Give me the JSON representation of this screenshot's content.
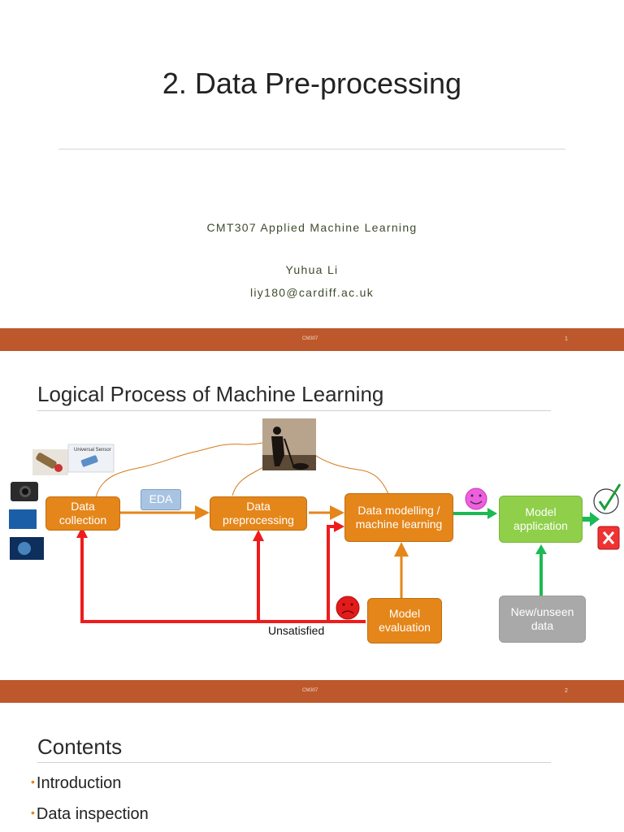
{
  "slide1": {
    "title": "2. Data Pre-processing",
    "course": "CMT307 Applied Machine Learning",
    "author": "Yuhua Li",
    "email": "liy180@cardiff.ac.uk",
    "footer_center": "CM307",
    "page_number": "1"
  },
  "slide2": {
    "title": "Logical Process of Machine Learning",
    "sensor_label": "Universal Sensor",
    "boxes": {
      "data_collection": "Data\ncollection",
      "eda": "EDA",
      "data_preprocessing": "Data\npreprocessing",
      "data_modelling": "Data modelling /\nmachine learning",
      "model_application": "Model\napplication",
      "model_evaluation": "Model\nevaluation",
      "new_unseen_data": "New/unseen\ndata"
    },
    "unsatisfied_label": "Unsatisfied",
    "footer_center": "CM307",
    "page_number": "2"
  },
  "slide3": {
    "title": "Contents",
    "bullets": [
      "Introduction",
      "Data inspection"
    ]
  },
  "colors": {
    "footer_bar": "#bd582c",
    "process_box": "#e5861a",
    "application_box": "#8fcf4a",
    "unseen_box": "#a9a9a9",
    "eda_box": "#a9c4e2",
    "feedback_arrow": "#ee1c1c",
    "success_arrow": "#1db954",
    "bullet": "#e5861a"
  }
}
